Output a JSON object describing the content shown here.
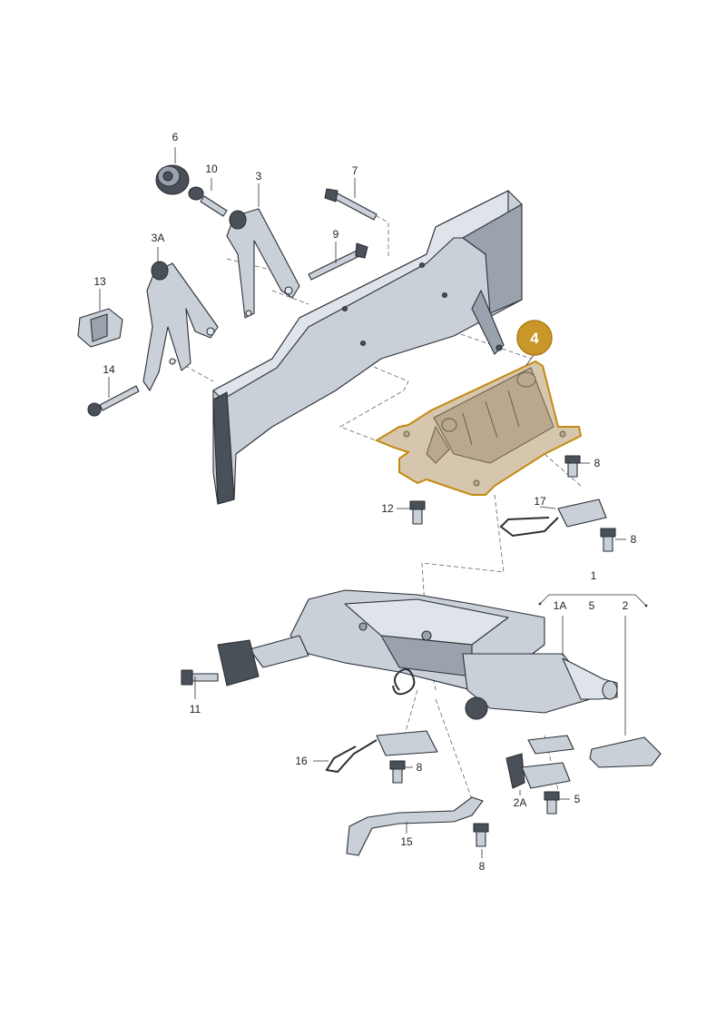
{
  "colors": {
    "highlight_fill": "#d6c6ad",
    "highlight_outline": "#c58a12",
    "badge": "#c9962a",
    "part_steel": "#c9d0d8",
    "line": "#2b2f36"
  },
  "highlighted_part": "4",
  "labels": {
    "p1": "1",
    "p1a": "1A",
    "p2": "2",
    "p2a": "2A",
    "p3": "3",
    "p3a": "3A",
    "p4": "4",
    "p5a": "5",
    "p5b": "5",
    "p6": "6",
    "p7": "7",
    "p8a": "8",
    "p8b": "8",
    "p8c": "8",
    "p8d": "8",
    "p9": "9",
    "p10": "10",
    "p11": "11",
    "p12": "12",
    "p13": "13",
    "p14": "14",
    "p15": "15",
    "p16": "16",
    "p17": "17"
  }
}
